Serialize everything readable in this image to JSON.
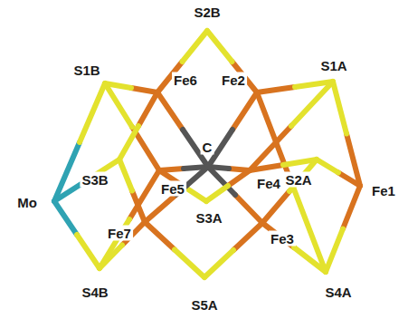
{
  "diagram": {
    "labels": [
      "S2B",
      "S1B",
      "Fe6",
      "Fe2",
      "S1A",
      "Mo",
      "S3B",
      "Fe5",
      "C",
      "Fe4",
      "S2A",
      "Fe1",
      "S3A",
      "Fe7",
      "Fe3",
      "S4B",
      "S5A",
      "S4A"
    ]
  }
}
